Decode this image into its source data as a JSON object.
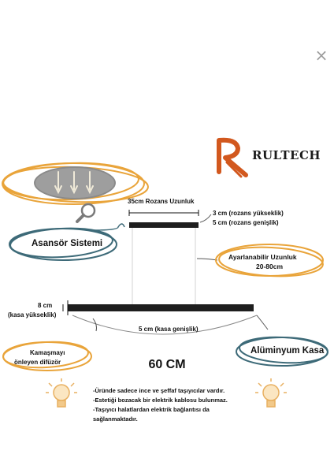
{
  "brand": {
    "name": "RULTECH",
    "logo_letter": "R",
    "accent": "#d2581e"
  },
  "ui": {
    "close_glyph": "×"
  },
  "labels": {
    "canopy_length": "35cm Rozans Uzunluk",
    "canopy_height": "3 cm (rozans yükseklik)",
    "canopy_width": "5 cm (rozans genişlik)",
    "lift_system": "Asansör Sistemi",
    "adjustable_length_1": "Ayarlanabilir Uzunluk",
    "adjustable_length_2": "20-80cm",
    "body_height_1": "8 cm",
    "body_height_2": "(kasa yükseklik)",
    "body_width": "5 cm (kasa genişlik)",
    "diffuser_1": "Kamaşmayı",
    "diffuser_2": "önleyen difüzör",
    "aluminum_body": "Alüminyum Kasa",
    "total_length": "60 CM"
  },
  "notes": [
    "-Üründe sadece ince ve şeffaf taşıyıcılar vardır.",
    "-Estetiği bozacak bir elektrik kablosu bulunmaz.",
    "-Taşıyıcı halatlardan elektrik bağlantısı da",
    "sağlanmaktadır."
  ],
  "colors": {
    "orange_circle": "#e9a43a",
    "teal_circle": "#3d6a78",
    "fixture": "#1e1e1e",
    "bulb": "#f2c98a"
  },
  "icons": [
    "close-icon",
    "magnifier-icon",
    "lightbulb-icon"
  ]
}
